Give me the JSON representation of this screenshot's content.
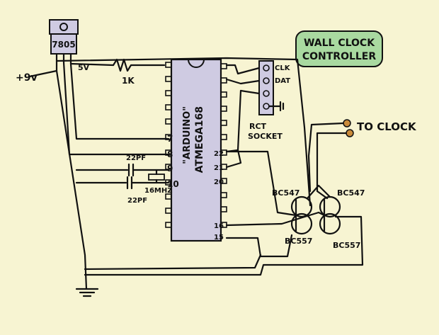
{
  "diagram": {
    "title_line1": "WALL CLOCK",
    "title_line2": "CONTROLLER",
    "regulator": "7805",
    "supply": "+9v",
    "rail_5v": "5V",
    "resistor": "1K",
    "chip_name": "ATMEGA168",
    "chip_sub": "\"ARDUINO\"",
    "pin_7": "7",
    "pin_8": "8",
    "pin_9": "9",
    "pin_10": "10",
    "pin_22": "22",
    "pin_21": "21",
    "pin_20": "20",
    "pin_16": "16",
    "pin_15": "15",
    "cap_top": "22PF",
    "cap_bottom": "22PF",
    "crystal": "16MHZ",
    "rtc_clk": "CLK",
    "rtc_dat": "DAT",
    "rtc_socket_l1": "RCT",
    "rtc_socket_l2": "SOCKET",
    "to_clock": "TO CLOCK",
    "q1": "BC547",
    "q2": "BC547",
    "q3": "BC557",
    "q4": "BC557"
  },
  "colors": {
    "background": "#f7f4d2",
    "title_box": "#a9d9a0",
    "chip_fill": "#cfcbe2",
    "regulator_fill": "#cfcbe2"
  }
}
